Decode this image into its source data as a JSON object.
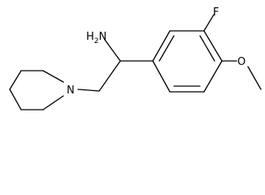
{
  "structure": {
    "labels": {
      "amine": "NH2",
      "amine_main": "H",
      "amine_subscript": "2",
      "amine_n": "N",
      "fluorine": "F",
      "oxygen": "O",
      "piperidine_n": "N"
    }
  }
}
